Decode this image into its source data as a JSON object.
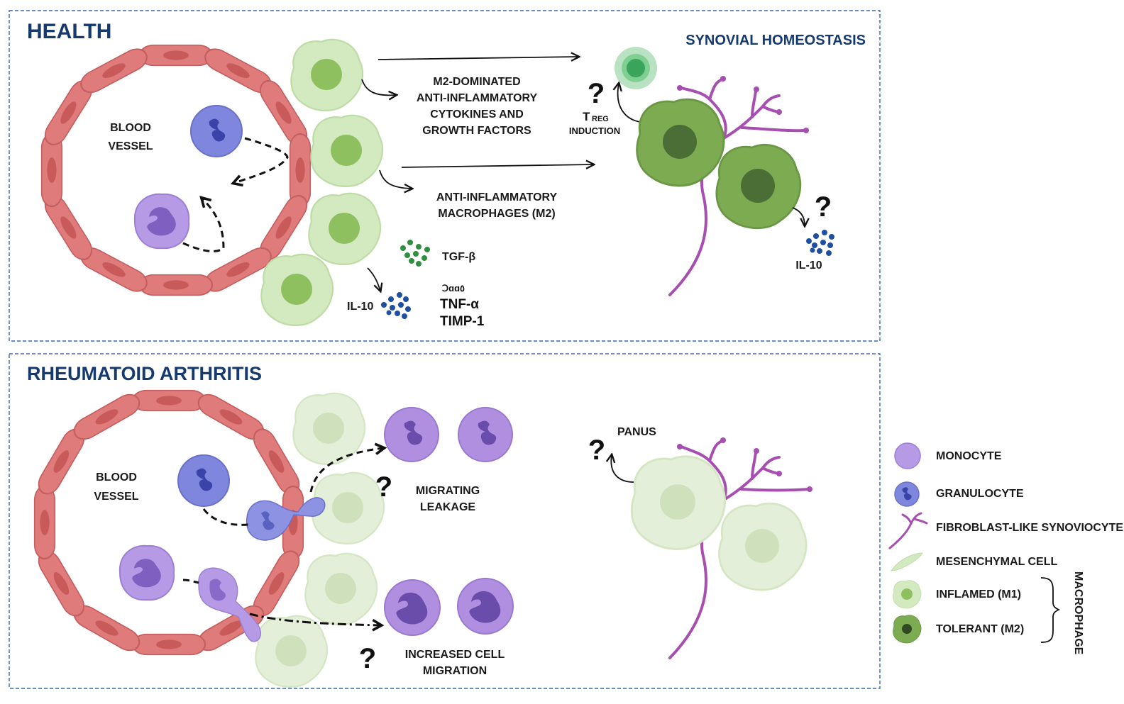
{
  "health": {
    "title": "HEALTH",
    "synovial_title": "SYNOVIAL HOMEOSTASIS",
    "blood_vessel_line1": "BLOOD",
    "blood_vessel_line2": "VESSEL",
    "m2_line1": "M2-DOMINATED",
    "m2_line2": "ANTI-INFLAMMATORY",
    "m2_line3": "CYTOKINES AND",
    "m2_line4": "GROWTH FACTORS",
    "treg_main": "T",
    "treg_sub": "REG",
    "treg_induction": "INDUCTION",
    "antiinf_line1": "ANTI-INFLAMMATORY",
    "antiinf_line2": "MACROPHAGES (M2)",
    "tgf": "TGF-β",
    "il10_left": "IL-10",
    "glyph_row": "ꓛɑɑ٥",
    "tnf": "TNF-α",
    "timp": "TIMP-1",
    "il10_right": "IL-10",
    "question": "?"
  },
  "ra": {
    "title": "RHEUMATOID ARTHRITIS",
    "blood_vessel_line1": "BLOOD",
    "blood_vessel_line2": "VESSEL",
    "migrating_line1": "MIGRATING",
    "migrating_line2": "LEAKAGE",
    "increased_line1": "INCREASED CELL",
    "increased_line2": "MIGRATION",
    "panus": "PANUS",
    "question": "?"
  },
  "legend": {
    "items": [
      {
        "label": "MONOCYTE",
        "icon": "monocyte-icon"
      },
      {
        "label": "GRANULOCYTE",
        "icon": "granulocyte-icon"
      },
      {
        "label": "FIBROBLAST-LIKE SYNOVIOCYTE",
        "icon": "fibroblast-icon"
      },
      {
        "label": "MESENCHYMAL CELL",
        "icon": "mesenchymal-icon"
      },
      {
        "label": "INFLAMED (M1)",
        "icon": "inflamed-macrophage-icon"
      },
      {
        "label": "TOLERANT (M2)",
        "icon": "tolerant-macrophage-icon"
      }
    ],
    "group_label": "MACROPHAGE"
  },
  "colors": {
    "panel_border": "#3a66b0",
    "title": "#163a6e",
    "vessel": "#e07b7b",
    "vessel_dark": "#c95a5a",
    "granulocyte": "#7f86dd",
    "monocyte": "#b79ae6",
    "m1_light": "#d8ecc4",
    "m2_dark": "#7cab52",
    "fibroblast": "#a64fb0",
    "dots_green": "#2f8f3f",
    "dots_blue": "#1f4fa0"
  }
}
